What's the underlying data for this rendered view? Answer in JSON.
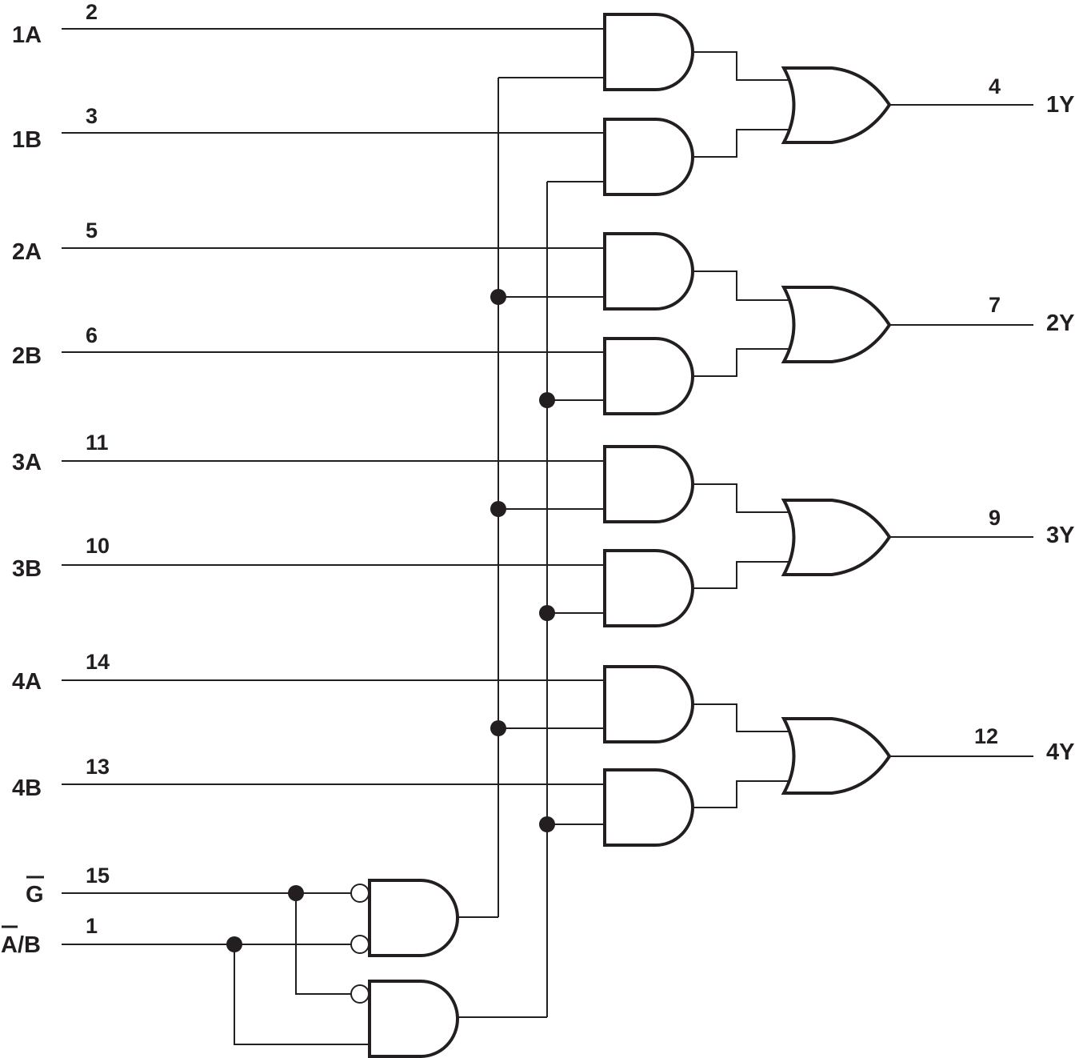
{
  "inputs": [
    {
      "label": "1A",
      "pin": "2"
    },
    {
      "label": "1B",
      "pin": "3"
    },
    {
      "label": "2A",
      "pin": "5"
    },
    {
      "label": "2B",
      "pin": "6"
    },
    {
      "label": "3A",
      "pin": "11"
    },
    {
      "label": "3B",
      "pin": "10"
    },
    {
      "label": "4A",
      "pin": "14"
    },
    {
      "label": "4B",
      "pin": "13"
    }
  ],
  "control": {
    "g": {
      "label": "G",
      "pin": "15"
    },
    "ab": {
      "label_a": "A",
      "label_b": "/B",
      "pin": "1"
    }
  },
  "outputs": [
    {
      "label": "1Y",
      "pin": "4"
    },
    {
      "label": "2Y",
      "pin": "7"
    },
    {
      "label": "3Y",
      "pin": "9"
    },
    {
      "label": "4Y",
      "pin": "12"
    }
  ]
}
